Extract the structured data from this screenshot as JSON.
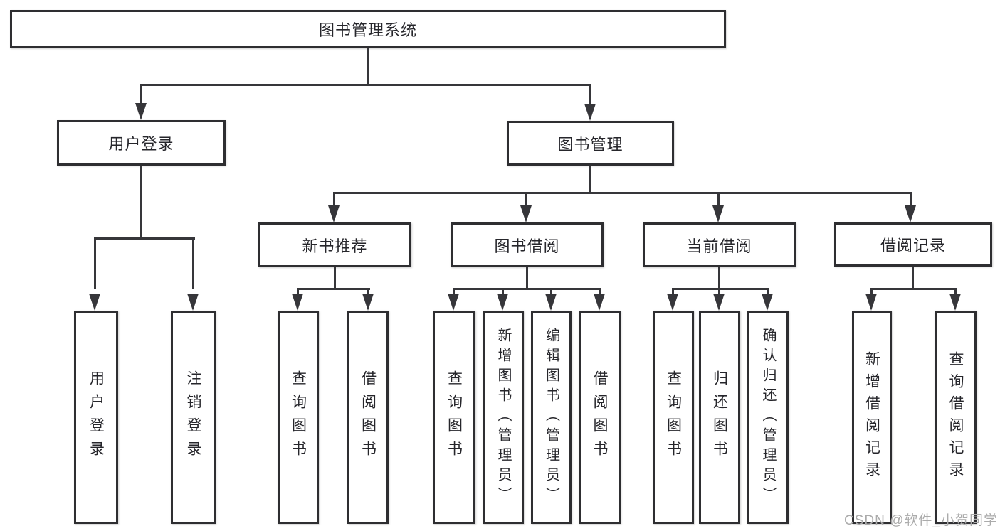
{
  "diagram_title": "图书管理系统",
  "tree": {
    "root": {
      "label": "图书管理系统"
    },
    "branches": [
      {
        "label": "用户登录",
        "children": [
          {
            "label": "用户登录"
          },
          {
            "label": "注销登录"
          }
        ]
      },
      {
        "label": "图书管理",
        "children": [
          {
            "label": "新书推荐",
            "children": [
              {
                "label": "查询图书"
              },
              {
                "label": "借阅图书"
              }
            ]
          },
          {
            "label": "图书借阅",
            "children": [
              {
                "label": "查询图书"
              },
              {
                "label": "新增图书（管理员）"
              },
              {
                "label": "编辑图书（管理员）"
              },
              {
                "label": "借阅图书"
              }
            ]
          },
          {
            "label": "当前借阅",
            "children": [
              {
                "label": "查询图书"
              },
              {
                "label": "归还图书"
              },
              {
                "label": "确认归还（管理员）"
              }
            ]
          },
          {
            "label": "借阅记录",
            "children": [
              {
                "label": "新增借阅记录"
              },
              {
                "label": "查询借阅记录"
              }
            ]
          }
        ]
      }
    ]
  },
  "watermark": "CSDN @软件_小贺同学",
  "colors": {
    "line": "#36363a",
    "box_border": "#2e2e31",
    "text": "#26262b",
    "watermark": "#ababab",
    "background": "#ffffff"
  }
}
